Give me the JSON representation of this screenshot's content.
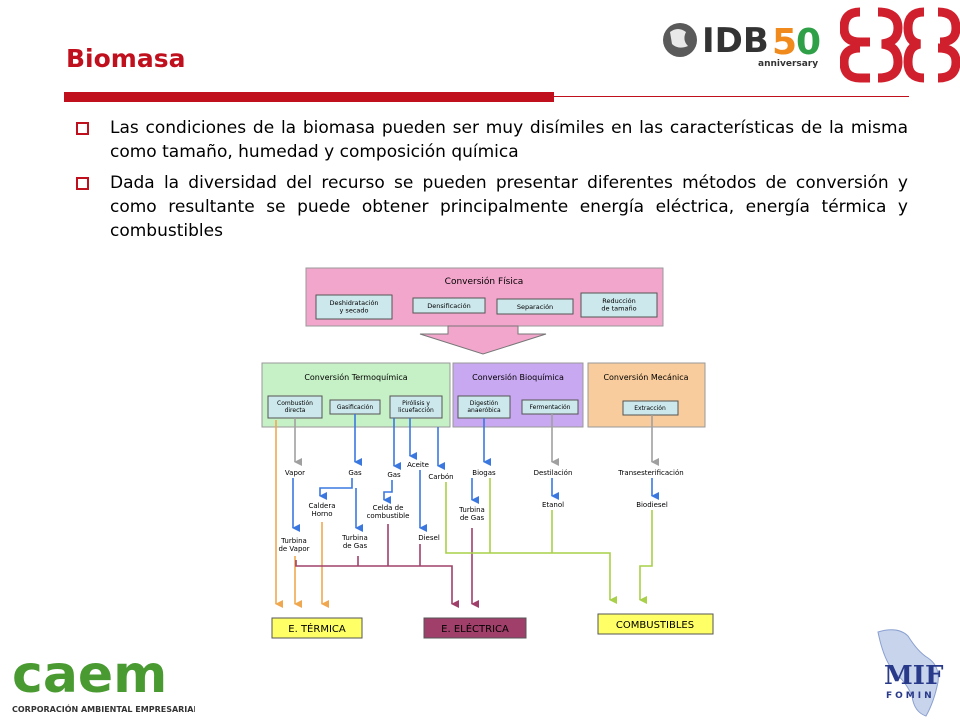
{
  "slide": {
    "title": "Biomasa",
    "bullets": [
      "Las condiciones de la biomasa pueden ser muy disímiles en las características de la misma como tamaño, humedad y composición química",
      "Dada la diversidad del recurso se pueden presentar diferentes métodos de conversión y como resultante se puede obtener principalmente energía eléctrica, energía térmica y combustibles"
    ]
  },
  "logos": {
    "idb_text": "IDB",
    "idb_number_5": "5",
    "idb_number_0": "0",
    "idb_anniversary": "anniversary",
    "caem_name": "caem",
    "caem_subtitle": "CORPORACIÓN AMBIENTAL EMPRESARIAL",
    "mif_text": "MIF",
    "fomin_text": "FOMIN"
  },
  "diagram": {
    "physical": {
      "title": "Conversión Física",
      "items": [
        "Deshidratación y secado",
        "Densificación",
        "Separación",
        "Reducción de tamaño"
      ]
    },
    "thermo": {
      "title": "Conversión Termoquímica",
      "items": [
        "Combustión directa",
        "Gasificación",
        "Pirólisis y licuefacción"
      ]
    },
    "bio": {
      "title": "Conversión Bioquímica",
      "items": [
        "Digestión anaeróbica",
        "Fermentación"
      ]
    },
    "mech": {
      "title": "Conversión Mecánica",
      "items": [
        "Extracción"
      ]
    },
    "labels": {
      "vapor": "Vapor",
      "gas1": "Gas",
      "gas2": "Gas",
      "aceite": "Aceite",
      "carbon": "Carbón",
      "biogas": "Biogas",
      "destilacion": "Destilación",
      "transesterificacion": "Transesterificación",
      "caldera": "Caldera Horno",
      "celda": "Celda de combustible",
      "turbina_vapor": "Turbina de Vapor",
      "turbina_gas1": "Turbina de Gas",
      "diesel": "Diesel",
      "turbina_gas2": "Turbina de Gas",
      "etanol": "Etanol",
      "biodiesel": "Biodiesel"
    },
    "outputs": {
      "termica": "E. TÉRMICA",
      "electrica": "E. ELÉCTRICA",
      "combustibles": "COMBUSTIBLES"
    },
    "colors": {
      "pink": "#f3a6cc",
      "green": "#c6f0c6",
      "purple": "#c8a8f0",
      "orange": "#f8cc9c",
      "teal_box": "#cce8ec",
      "blue_arrow": "#3a78e0",
      "gray_arrow": "#a0a0a0",
      "orange_arrow": "#f0a850",
      "lime_arrow": "#a8d048",
      "maroon_arrow": "#a0406a",
      "yellow_box": "#ffff66",
      "purple_box": "#a0406a"
    }
  }
}
